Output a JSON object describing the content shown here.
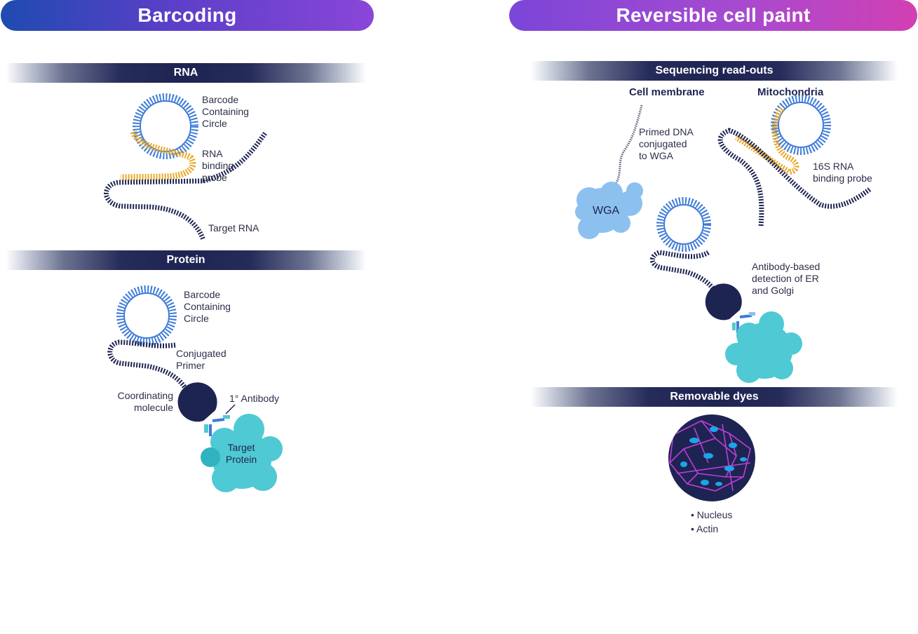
{
  "headers": {
    "left": "Barcoding",
    "right": "Reversible cell paint"
  },
  "sections": {
    "rna": "RNA",
    "protein": "Protein",
    "sequencing": "Sequencing read-outs",
    "dyes": "Removable dyes"
  },
  "rna_labels": {
    "barcode": [
      "Barcode",
      "Containing",
      "Circle"
    ],
    "probe": [
      "RNA",
      "binding",
      "probe"
    ],
    "target": "Target RNA"
  },
  "protein_labels": {
    "barcode": [
      "Barcode",
      "Containing",
      "Circle"
    ],
    "primer": [
      "Conjugated",
      "Primer"
    ],
    "coord": [
      "Coordinating",
      "molecule"
    ],
    "antibody": "1° Antibody",
    "target": [
      "Target",
      "Protein"
    ]
  },
  "seq_labels": {
    "cell_membrane": "Cell membrane",
    "mitochondria": "Mitochondria",
    "primed": [
      "Primed DNA",
      "conjugated",
      "to WGA"
    ],
    "wga": "WGA",
    "rna16s": [
      "16S RNA",
      "binding probe"
    ],
    "antibody": [
      "Antibody-based",
      "detection of ER",
      "and Golgi"
    ]
  },
  "dye_labels": {
    "nucleus": "• Nucleus",
    "actin": "• Actin"
  },
  "colors": {
    "navy": "#1e2452",
    "blue": "#3d7bd9",
    "gold": "#e8a928",
    "cyan": "#4fc9d3",
    "lightblue": "#8cc0ef",
    "magenta": "#c23cd6"
  }
}
